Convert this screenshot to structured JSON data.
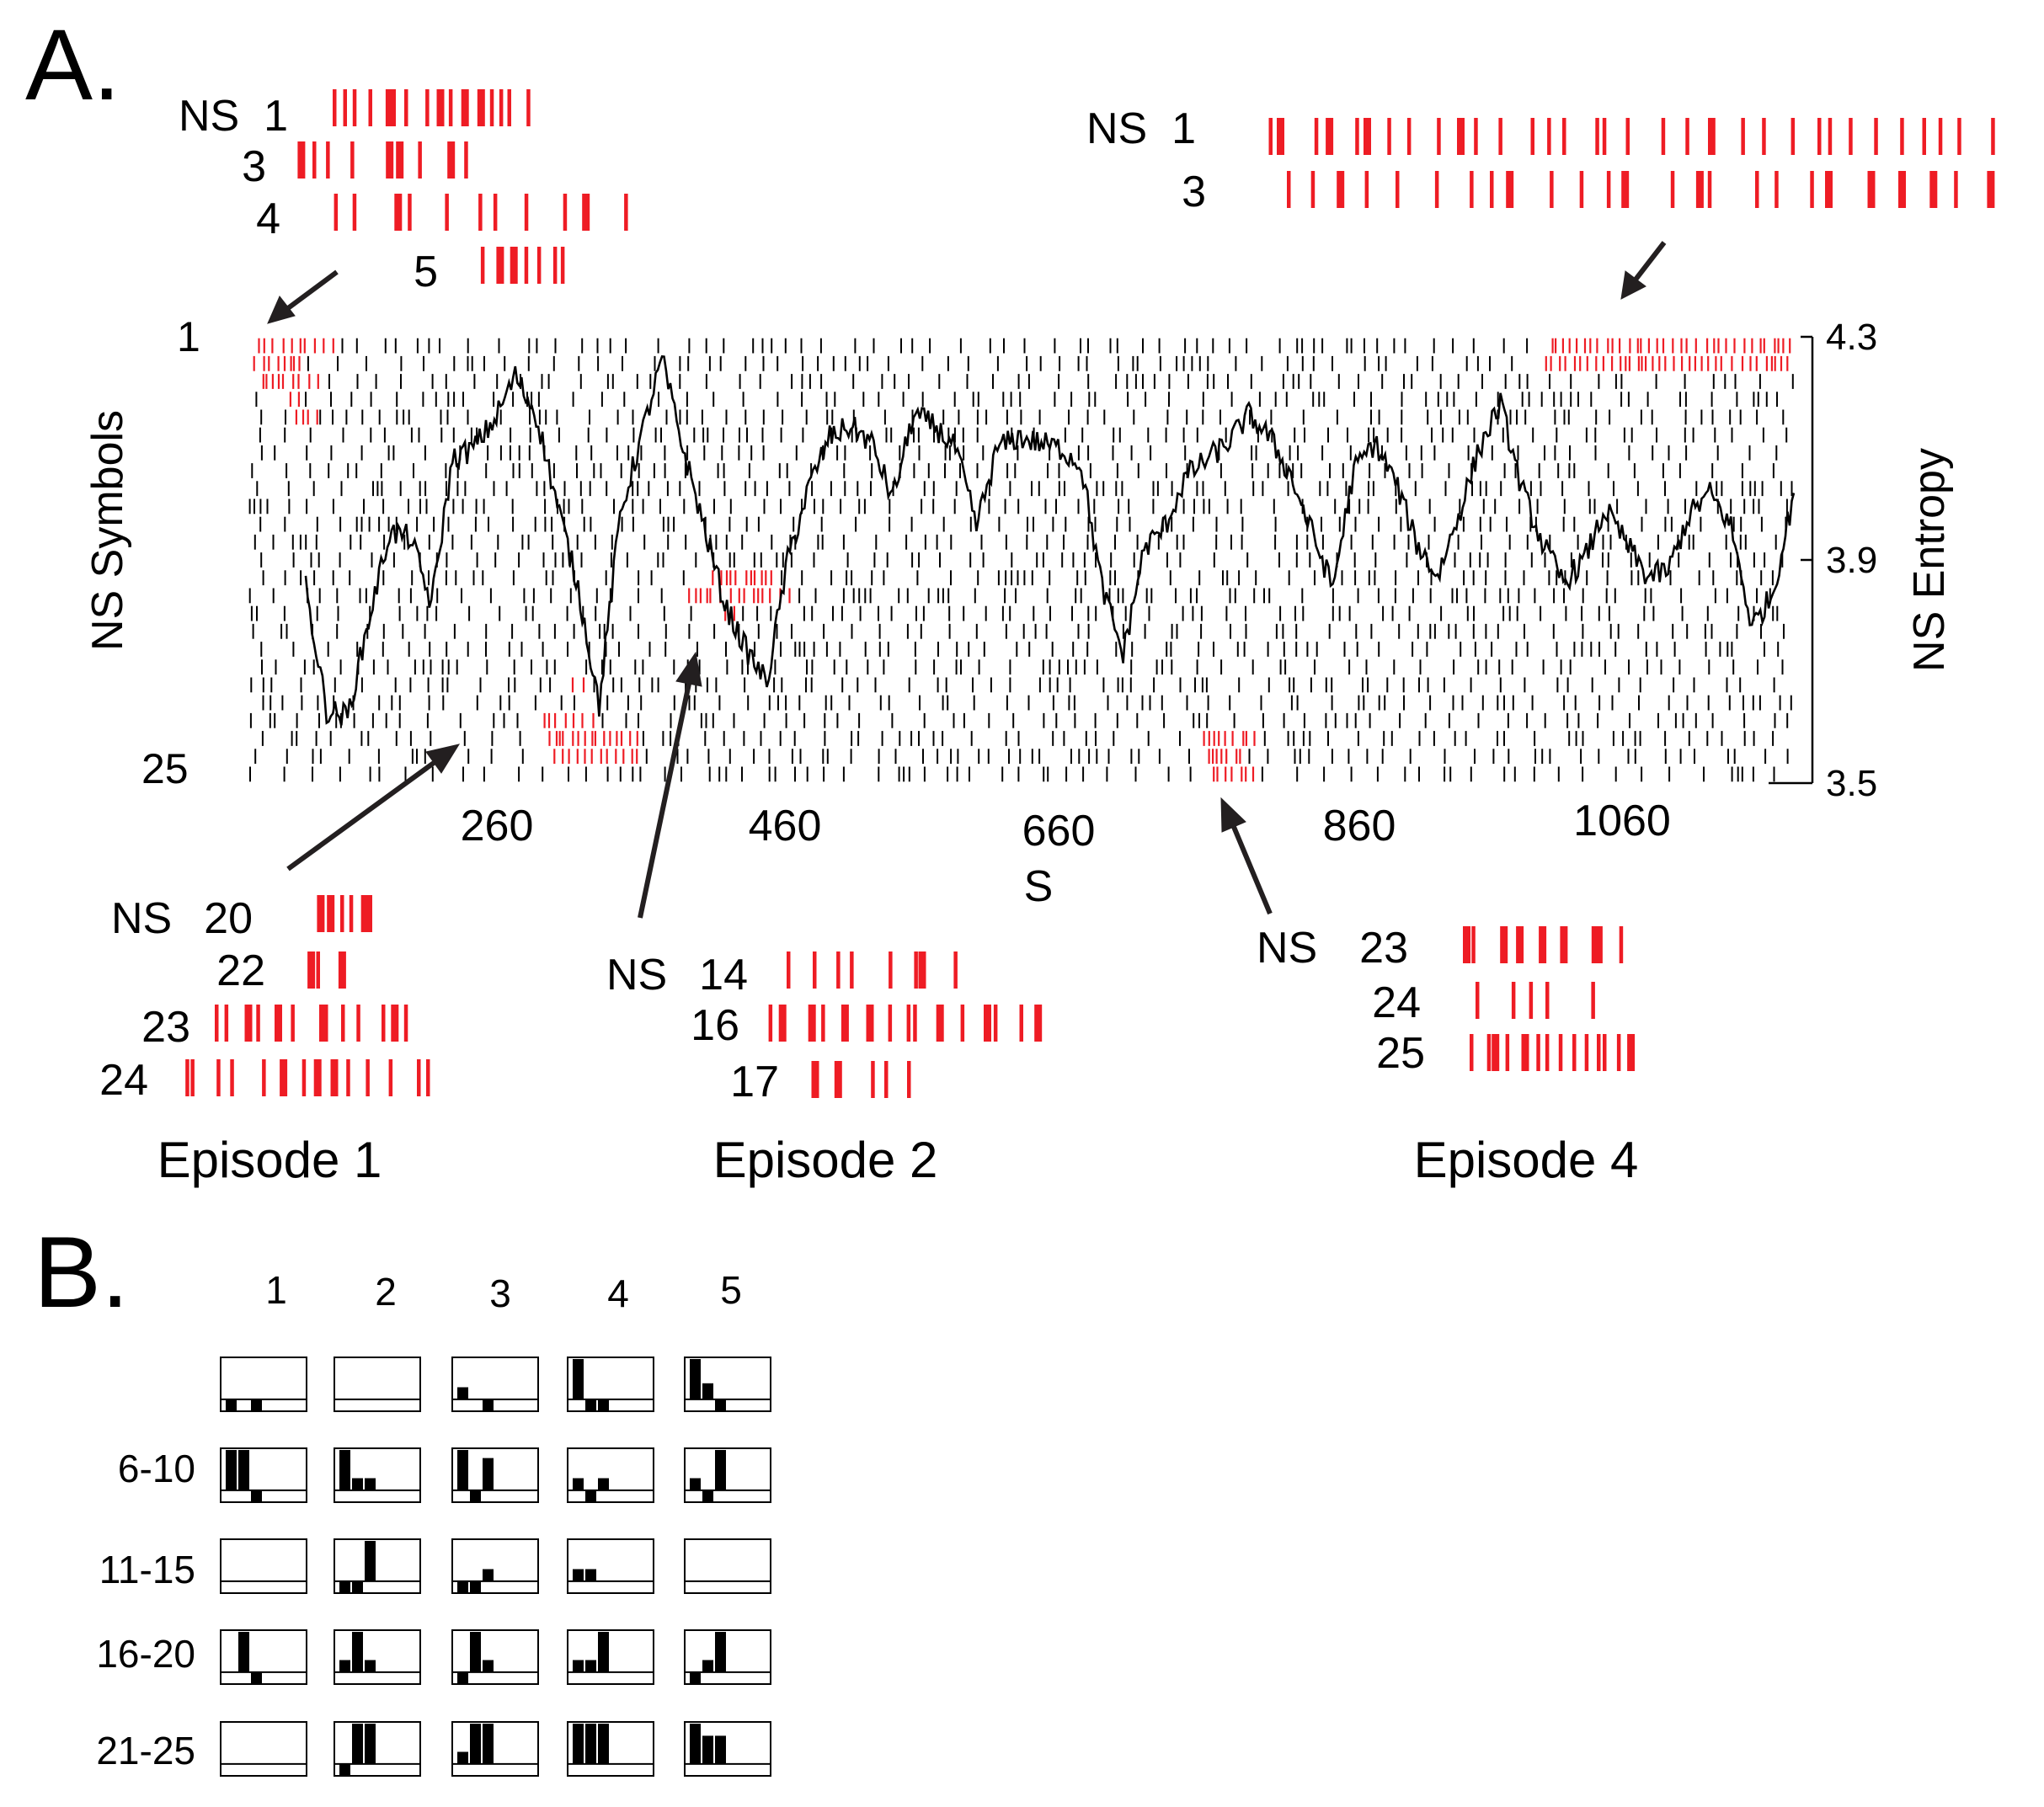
{
  "panel_a": {
    "label": "A.",
    "y_left_label": "NS Symbols",
    "y_right_label": "NS Entropy",
    "x_label": "S",
    "x_ticks": [
      "260",
      "460",
      "660",
      "860",
      "1060"
    ],
    "y_left_ticks": [
      "1",
      "25"
    ],
    "y_right_ticks": [
      "4.3",
      "3.9",
      "3.5"
    ],
    "insets": [
      {
        "prefix": "NS",
        "rows": [
          "1",
          "3",
          "4",
          "5"
        ]
      },
      {
        "prefix": "NS",
        "rows": [
          "1",
          "3"
        ]
      },
      {
        "prefix": "NS",
        "rows": [
          "20",
          "22",
          "23",
          "24"
        ],
        "caption": "Episode 1"
      },
      {
        "prefix": "NS",
        "rows": [
          "14",
          "16",
          "17"
        ],
        "caption": "Episode 2"
      },
      {
        "prefix": "NS",
        "rows": [
          "23",
          "24",
          "25"
        ],
        "caption": "Episode 4"
      }
    ]
  },
  "panel_b": {
    "label": "B.",
    "col_labels": [
      "1",
      "2",
      "3",
      "4",
      "5"
    ],
    "row_labels": [
      "",
      "6-10",
      "11-15",
      "16-20",
      "21-25"
    ]
  },
  "chart_data": [
    {
      "type": "line",
      "name": "Panel A",
      "x_ticks": [
        260,
        460,
        660,
        860,
        1060
      ],
      "xlabel": "S",
      "ylabel": "NS Entropy",
      "ylim": [
        3.5,
        4.3
      ],
      "raster_rows": 25,
      "raster_ylabel": "NS Symbols",
      "highlight_color": "#ee1c24",
      "raster_color": "#000000",
      "x": [
        120,
        135,
        150,
        165,
        180,
        195,
        210,
        225,
        240,
        255,
        270,
        285,
        300,
        315,
        330,
        345,
        360,
        375,
        390,
        405,
        420,
        435,
        450,
        465,
        480,
        495,
        510,
        525,
        540,
        555,
        570,
        585,
        600,
        615,
        630,
        645,
        660,
        675,
        690,
        705,
        720,
        735,
        750,
        765,
        780,
        795,
        810,
        825,
        840,
        855,
        870,
        885,
        900,
        915,
        930,
        945,
        960,
        975,
        990,
        1005,
        1020,
        1035,
        1050,
        1065,
        1080,
        1095,
        1110,
        1125,
        1140,
        1155,
        1170,
        1185
      ],
      "y": [
        3.85,
        3.63,
        3.62,
        3.79,
        3.95,
        3.94,
        3.82,
        4.08,
        4.1,
        4.15,
        4.23,
        4.16,
        4.0,
        3.85,
        3.64,
        3.98,
        4.12,
        4.26,
        4.1,
        3.96,
        3.82,
        3.74,
        3.68,
        3.9,
        4.03,
        4.12,
        4.14,
        4.11,
        4.01,
        4.16,
        4.14,
        4.1,
        3.96,
        4.1,
        4.12,
        4.11,
        4.1,
        4.07,
        3.85,
        3.73,
        3.92,
        3.96,
        4.05,
        4.08,
        4.11,
        4.16,
        4.12,
        4.05,
        3.95,
        3.85,
        4.06,
        4.11,
        4.04,
        3.93,
        3.87,
        3.98,
        4.1,
        4.18,
        4.03,
        3.93,
        3.86,
        3.9,
        3.99,
        3.93,
        3.87,
        3.88,
        3.98,
        4.02,
        3.96,
        3.78,
        3.84,
        4.02
      ]
    },
    {
      "type": "bar",
      "name": "Panel B",
      "rows": [
        "",
        "6-10",
        "11-15",
        "16-20",
        "21-25"
      ],
      "cols": [
        "1",
        "2",
        "3",
        "4",
        "5"
      ],
      "cells": [
        [
          [
            -0.25,
            0,
            -0.25,
            0,
            0
          ],
          [
            0,
            0,
            0,
            0,
            0
          ],
          [
            0.3,
            0,
            -0.25,
            0,
            0
          ],
          [
            1,
            -0.25,
            -0.25,
            0,
            0
          ],
          [
            1,
            0.4,
            -0.25,
            0,
            0
          ]
        ],
        [
          [
            1,
            1,
            -0.25,
            0,
            0
          ],
          [
            1,
            0.3,
            0.3,
            0,
            0
          ],
          [
            1,
            -0.25,
            0.8,
            0,
            0
          ],
          [
            0.3,
            -0.25,
            0.3,
            0,
            0
          ],
          [
            0.3,
            -0.25,
            1,
            0,
            0
          ]
        ],
        [
          [
            0,
            0,
            0,
            0,
            0
          ],
          [
            -0.25,
            -0.25,
            1,
            0,
            0
          ],
          [
            -0.25,
            -0.25,
            0.3,
            0,
            0
          ],
          [
            0.3,
            0.3,
            0,
            0,
            0
          ],
          [
            0,
            0,
            0,
            0,
            0
          ]
        ],
        [
          [
            0,
            1,
            -0.25,
            0,
            0
          ],
          [
            0.3,
            1,
            0.3,
            0,
            0
          ],
          [
            -0.25,
            1,
            0.3,
            0,
            0
          ],
          [
            0.3,
            0.3,
            1,
            0,
            0
          ],
          [
            -0.25,
            0.3,
            1,
            0,
            0
          ]
        ],
        [
          [
            0,
            0,
            0,
            0,
            0
          ],
          [
            -0.25,
            1,
            1,
            0,
            0
          ],
          [
            0.3,
            1,
            1,
            0,
            0
          ],
          [
            1,
            1,
            1,
            0,
            0
          ],
          [
            1,
            0.7,
            0.7,
            0,
            0
          ]
        ]
      ]
    }
  ]
}
